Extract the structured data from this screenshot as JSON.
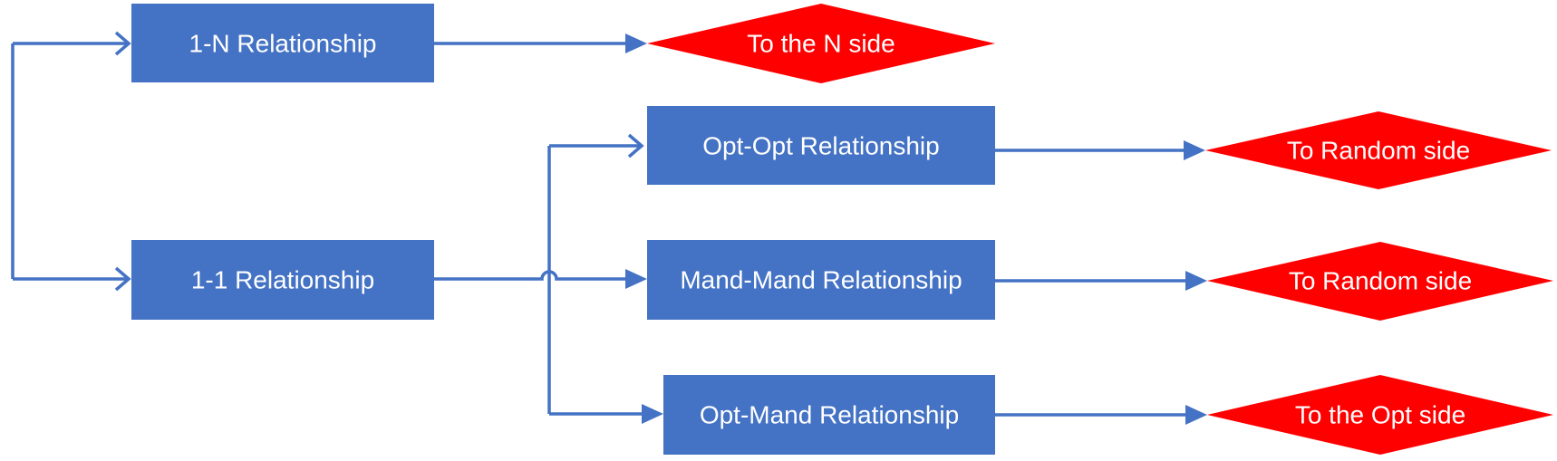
{
  "diagram": {
    "nodes": {
      "rel_1n": "1-N Relationship",
      "rel_11": "1-1 Relationship",
      "to_n_side": "To the N side",
      "opt_opt": "Opt-Opt Relationship",
      "mand_mand": "Mand-Mand Relationship",
      "opt_mand": "Opt-Mand Relationship",
      "random_1": "To Random side",
      "random_2": "To Random side",
      "to_opt_side": "To the Opt side"
    },
    "colors": {
      "box_fill": "#4472C4",
      "decision_fill": "#FF0000",
      "connector": "#4472C4",
      "label_text": "#ffffff"
    }
  }
}
